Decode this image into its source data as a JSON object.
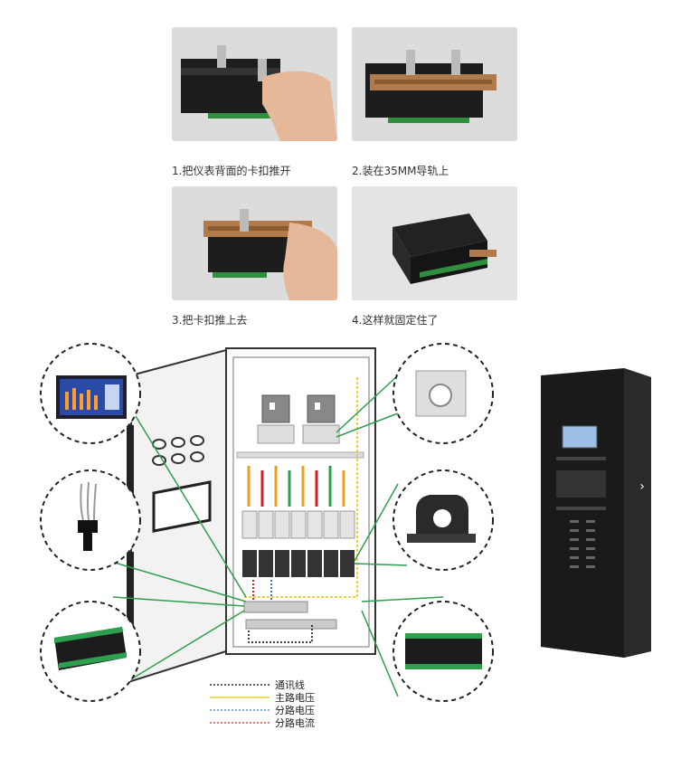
{
  "steps": [
    {
      "caption": "1.把仪表背面的卡扣推开"
    },
    {
      "caption": "2.装在35MM导轨上"
    },
    {
      "caption": "3.把卡扣推上去"
    },
    {
      "caption": "4.这样就固定住了"
    }
  ],
  "legend": [
    {
      "label": "通讯线",
      "color": "#000000"
    },
    {
      "label": "主路电压",
      "color": "#e6c400"
    },
    {
      "label": "分路电压",
      "color": "#3a7bd5"
    },
    {
      "label": "分路电流",
      "color": "#e02020"
    }
  ],
  "colors": {
    "connector": "#2e9e4f",
    "cabinet_door": "#f2f2f2",
    "rack": "#1a1a1a"
  },
  "icons": {
    "next": "chevron-right-icon"
  }
}
